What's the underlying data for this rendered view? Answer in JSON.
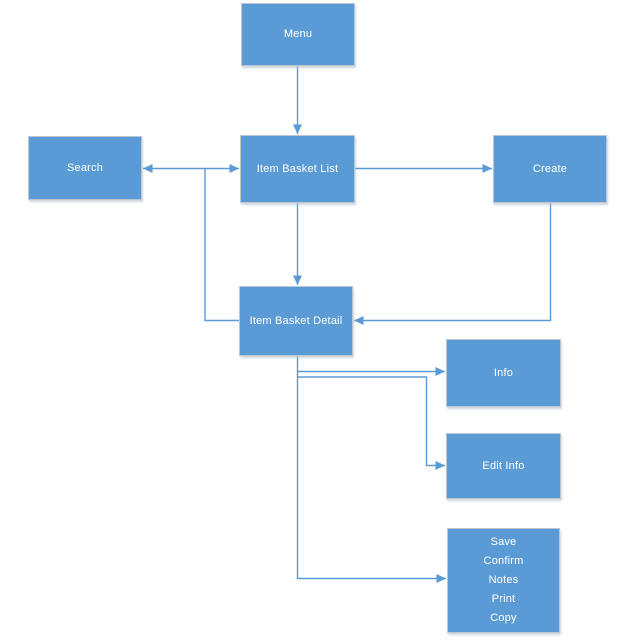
{
  "diagram": {
    "type": "flowchart",
    "background_color": "#FFFFFF",
    "node_fill_color": "#5B9BD5",
    "node_border_color": "#BCC7D1",
    "node_text_color": "#FFFFFF",
    "connector_color": "#5B9BD5"
  },
  "nodes": {
    "menu": {
      "label": "Menu"
    },
    "search": {
      "label": "Search"
    },
    "item_basket_list": {
      "label": "Item Basket List"
    },
    "create": {
      "label": "Create"
    },
    "item_basket_detail": {
      "label": "Item Basket Detail"
    },
    "info": {
      "label": "Info"
    },
    "edit_info": {
      "label": "Edit Info"
    },
    "actions": {
      "label": "Save\nConfirm\nNotes\nPrint\nCopy"
    }
  },
  "edges": [
    {
      "from": "menu",
      "to": "item_basket_list",
      "arrow": "to"
    },
    {
      "from": "search",
      "to": "item_basket_list",
      "arrow": "both"
    },
    {
      "from": "item_basket_list",
      "to": "create",
      "arrow": "to"
    },
    {
      "from": "item_basket_list",
      "to": "item_basket_detail",
      "arrow": "to"
    },
    {
      "from": "create",
      "to": "item_basket_detail",
      "arrow": "to"
    },
    {
      "from": "item_basket_detail",
      "to": "search_list_connector",
      "arrow": "none"
    },
    {
      "from": "item_basket_detail",
      "to": "info",
      "arrow": "to"
    },
    {
      "from": "item_basket_detail",
      "to": "edit_info",
      "arrow": "to"
    },
    {
      "from": "item_basket_detail",
      "to": "actions",
      "arrow": "to"
    }
  ]
}
